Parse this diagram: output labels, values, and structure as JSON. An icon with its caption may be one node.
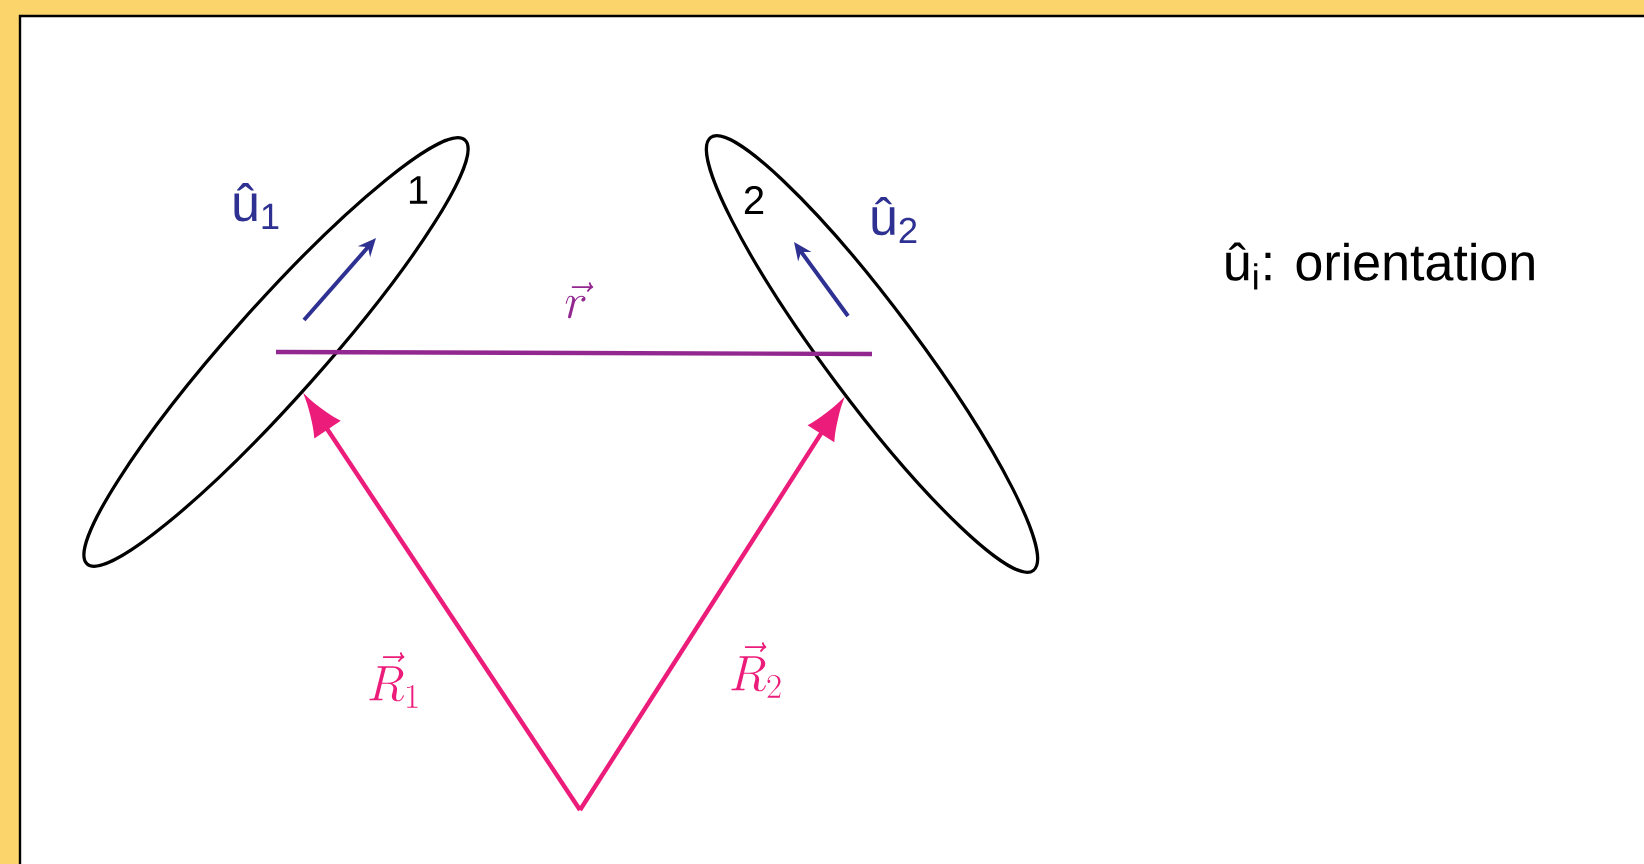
{
  "diagram": {
    "nodes": [
      {
        "text": [
          "1"
        ]
      },
      {
        "text": [
          "2"
        ]
      }
    ],
    "edges": [
      {
        "from": 0,
        "to": 1,
        "arrow": "none",
        "label": "\\vec{r}",
        "color": "#92278f"
      },
      {
        "from": null,
        "to": 0,
        "arrow": "to",
        "label": "\\vec{R}_1"
      },
      {
        "from": null,
        "to": 1,
        "arrow": "to",
        "label": "\\vec{R}_2"
      }
    ],
    "labels": [
      "û$_{1}$",
      "û$_{2}$",
      "û$_{i}$: orientation"
    ]
  }
}
